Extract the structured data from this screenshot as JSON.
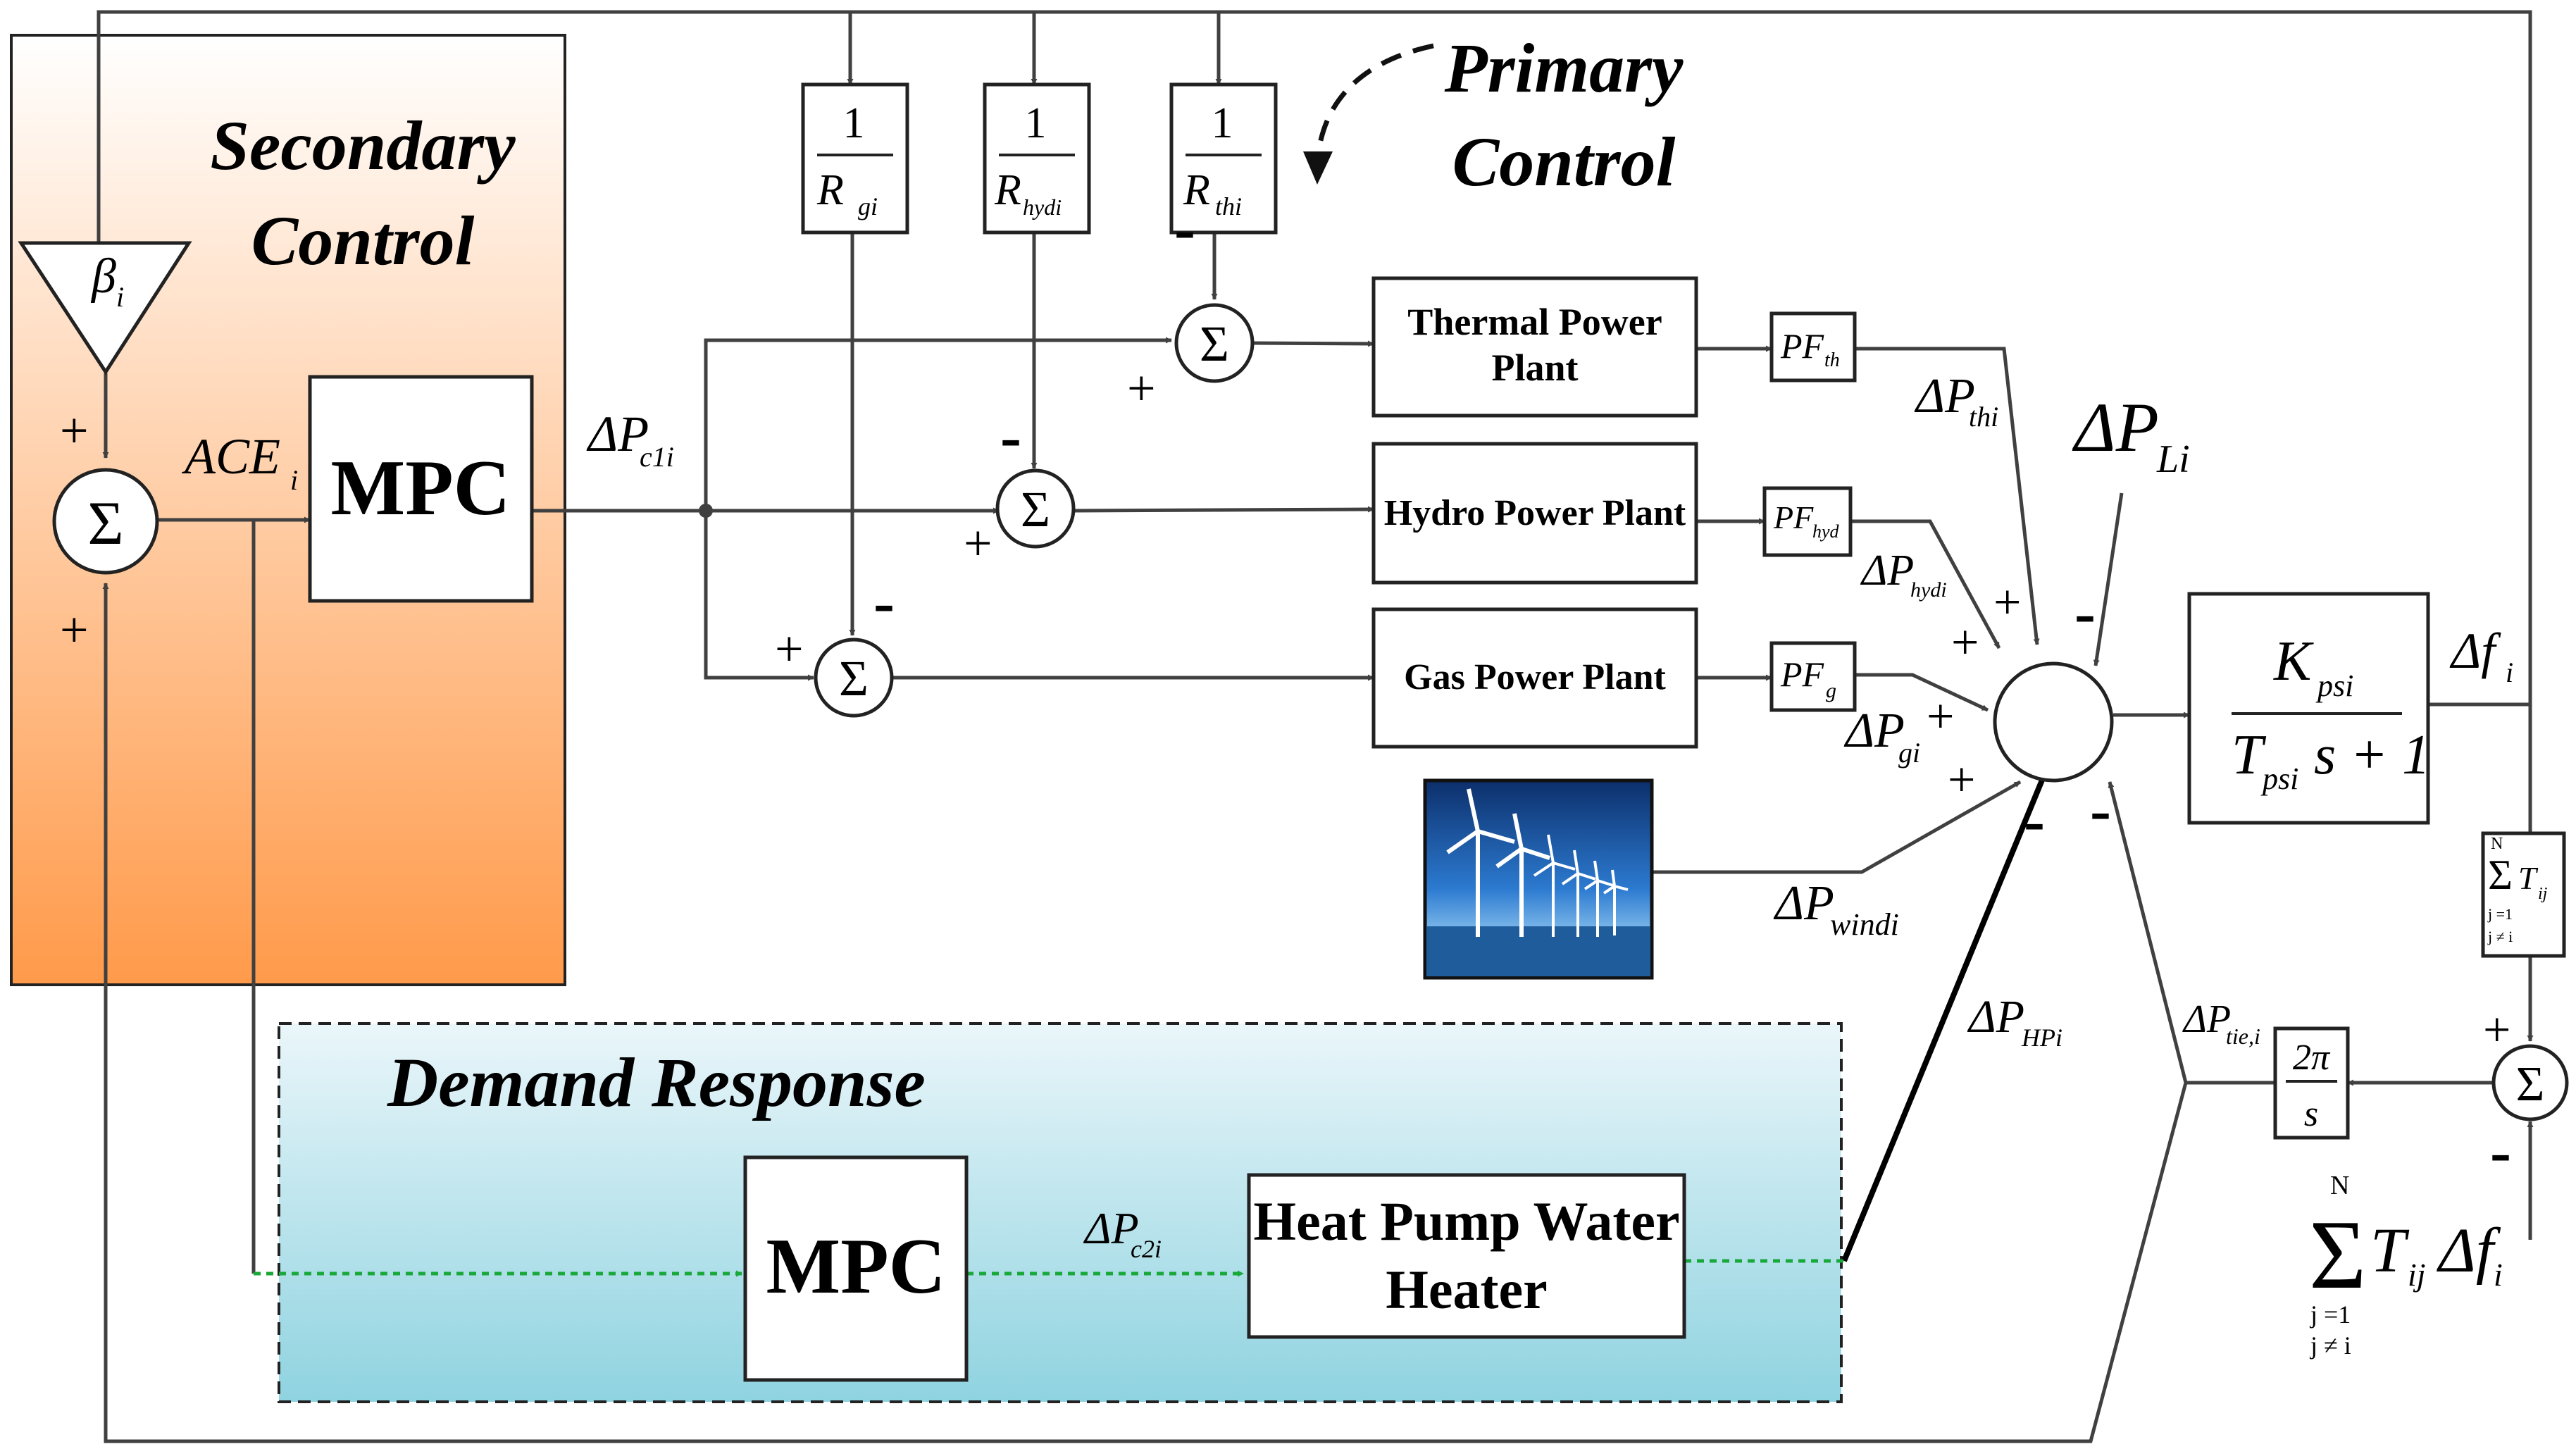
{
  "regions": {
    "secondary_title_line1": "Secondary",
    "secondary_title_line2": "Control",
    "primary_title_line1": "Primary",
    "primary_title_line2": "Control",
    "demand_title": "Demand Response"
  },
  "blocks": {
    "mpc_main": "MPC",
    "mpc_dr": "MPC",
    "thermal_line1": "Thermal Power",
    "thermal_line2": "Plant",
    "hydro": "Hydro Power Plant",
    "gas": "Gas Power Plant",
    "hp_line1": "Heat Pump Water",
    "hp_line2": "Heater",
    "rg_num": "1",
    "rg_den": "R",
    "rg_sub": "gi",
    "rh_num": "1",
    "rh_den": "R",
    "rh_sub": "hydi",
    "rt_num": "1",
    "rt_den": "R",
    "rt_sub": "thi",
    "pf_th": "PF",
    "pf_th_sub": "th",
    "pf_hyd": "PF",
    "pf_hyd_sub": "hyd",
    "pf_g": "PF",
    "pf_g_sub": "g",
    "tf_num": "K",
    "tf_num_sub": "psi",
    "tf_den_a": "T",
    "tf_den_sub": "psi",
    "tf_den_b": "s + 1",
    "tie_num": "2π",
    "tie_den": "s",
    "beta": "β",
    "beta_sub": "i",
    "sum_glyph": "Σ",
    "tij_sigma": "Σ",
    "tij_T": "T",
    "tij_sub": "ij",
    "tij_N": "N",
    "tij_j1": "j =1",
    "tij_j2": "j ≠ i"
  },
  "signals": {
    "ace": "ACE",
    "ace_sub": "i",
    "dpc1": "ΔP",
    "dpc1_sub": "c1i",
    "dpc2": "ΔP",
    "dpc2_sub": "c2i",
    "dpthi": "ΔP",
    "dpthi_sub": "thi",
    "dphydi": "ΔP",
    "dphydi_sub": "hydi",
    "dpgi": "ΔP",
    "dpgi_sub": "gi",
    "dpwindi": "ΔP",
    "dpwindi_sub": "windi",
    "dphpi": "ΔP",
    "dphpi_sub": "HPi",
    "dpli": "ΔP",
    "dpli_sub": "Li",
    "dfi": "Δf",
    "dfi_sub": "i",
    "dptie": "ΔP",
    "dptie_sub": "tie,i",
    "bottom_sum_sigma": "Σ",
    "bottom_sum_N": "N",
    "bottom_sum_T": "T",
    "bottom_sum_sub": "ij",
    "bottom_sum_df": "Δf",
    "bottom_sum_dfsub": "i",
    "bottom_sum_j1": "j =1",
    "bottom_sum_j2": "j ≠ i"
  },
  "signs": {
    "plus": "+",
    "minus": "-"
  },
  "colors": {
    "secondary_top": "#ffffff",
    "secondary_bottom": "#ff9a4a",
    "demand_top": "#eaf6fa",
    "demand_bottom": "#8fd3e0",
    "dr_signal": "#19a83a",
    "wind_sky": "#1d62b4"
  }
}
